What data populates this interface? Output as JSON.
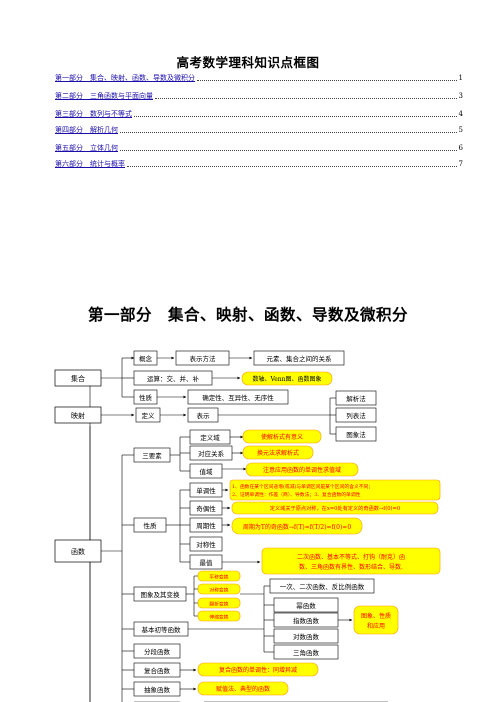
{
  "document": {
    "title": "高考数学理科知识点框图",
    "toc": [
      {
        "label": "第一部分　集合、映射、函数、导数及微积分",
        "page": "1"
      },
      {
        "label": "第二部分　三角函数与平面向量",
        "page": "3"
      },
      {
        "label": "第三部分　数列与不等式",
        "page": "4"
      },
      {
        "label": "第四部分　解析几何",
        "page": "5"
      },
      {
        "label": "第五部分　立体几何",
        "page": "6"
      },
      {
        "label": "第六部分　统计与概率",
        "page": "7"
      }
    ],
    "section_title": "第一部分　集合、映射、函数、导数及微积分"
  },
  "diagram": {
    "colors": {
      "line": "#000000",
      "highlight_fill": "#ffff00",
      "highlight_stroke": "#ff9900",
      "red_text": "#ff0000"
    },
    "roots": {
      "set": "集合",
      "mapping": "映射",
      "function": "函数"
    },
    "set_branch": {
      "concept": "概念",
      "representation": "表示方法",
      "relation": "元素、集合之间的关系",
      "operations": "运算：交、并、补",
      "operations_note": "数轴、Venn图、函数图象",
      "properties": "性质",
      "properties_detail": "确定性、互异性、无序性"
    },
    "mapping_branch": {
      "definition": "定义",
      "representation": "表示",
      "methods": [
        "解析法",
        "列表法",
        "图象法"
      ]
    },
    "function_branch": {
      "three_elements": "三要素",
      "domain": "定义域",
      "domain_note": "使解析式有意义",
      "correspondence": "对应关系",
      "correspondence_note": "换元法求解析式",
      "range": "值域",
      "range_note": "注意应用函数的单调性求值域",
      "properties": "性质",
      "monotonicity": "单调性",
      "monotonicity_note_1": "1、函数在某个区间递增(或减)与单调区间是某个区间的含义不同；",
      "monotonicity_note_2": "2、证明单调性：作差（商）、导数法；3、复合函数的单调性",
      "parity": "奇偶性",
      "parity_note": "定义域关于原点对称，在x=0处有定义的奇函数→f(0)=0",
      "periodicity": "周期性",
      "periodicity_note": "周期为T的奇函数→f(T)=f(T/2)=f(0)=0",
      "symmetry": "对称性",
      "extremum": "最值",
      "extremum_note_1": "二次函数、基本不等式、打钩（耐克）函",
      "extremum_note_2": "数、三角函数有界性、数形结合、导数.",
      "graphs": "图象及其变换",
      "transforms": [
        "平移变换",
        "对称变换",
        "翻折变换",
        "伸缩变换"
      ],
      "elementary": "基本初等函数",
      "elementary_header": "一次、二次函数、反比例函数",
      "elementary_list": [
        "幂函数",
        "指数函数",
        "对数函数",
        "三角函数"
      ],
      "elementary_note_1": "图象、性质",
      "elementary_note_2": "和应用",
      "piecewise": "分段函数",
      "composite": "复合函数",
      "composite_note": "复合函数的单调性：同增异减",
      "abstract": "抽象函数",
      "abstract_note": "赋值法、典型的函数"
    }
  }
}
